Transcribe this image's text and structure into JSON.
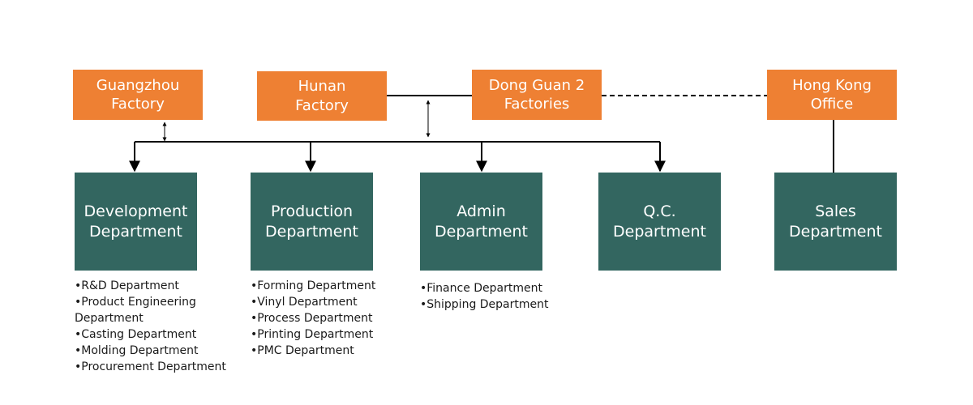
{
  "colors": {
    "factory_box": "#ee8033",
    "department_box": "#336660",
    "box_text": "#ffffff",
    "connector": "#000000",
    "list_text": "#1a1a1a"
  },
  "factories": {
    "guangzhou": "Guangzhou\nFactory",
    "hunan": "Hunan\nFactory",
    "dongguan": "Dong Guan 2\nFactories",
    "hongkong": "Hong Kong\nOffice"
  },
  "departments": {
    "development": {
      "label": "Development\nDepartment",
      "subunits": [
        "•R&D Department",
        "•Product Engineering",
        "Department",
        "•Casting Department",
        "•Molding Department",
        "•Procurement Department"
      ]
    },
    "production": {
      "label": "Production\nDepartment",
      "subunits": [
        "•Forming Department",
        "•Vinyl Department",
        "•Process Department",
        "•Printing Department",
        "•PMC Department"
      ]
    },
    "admin": {
      "label": "Admin\nDepartment",
      "subunits": [
        "•Finance Department",
        "•Shipping Department"
      ]
    },
    "qc": {
      "label": "Q.C.\nDepartment"
    },
    "sales": {
      "label": "Sales\nDepartment"
    }
  }
}
